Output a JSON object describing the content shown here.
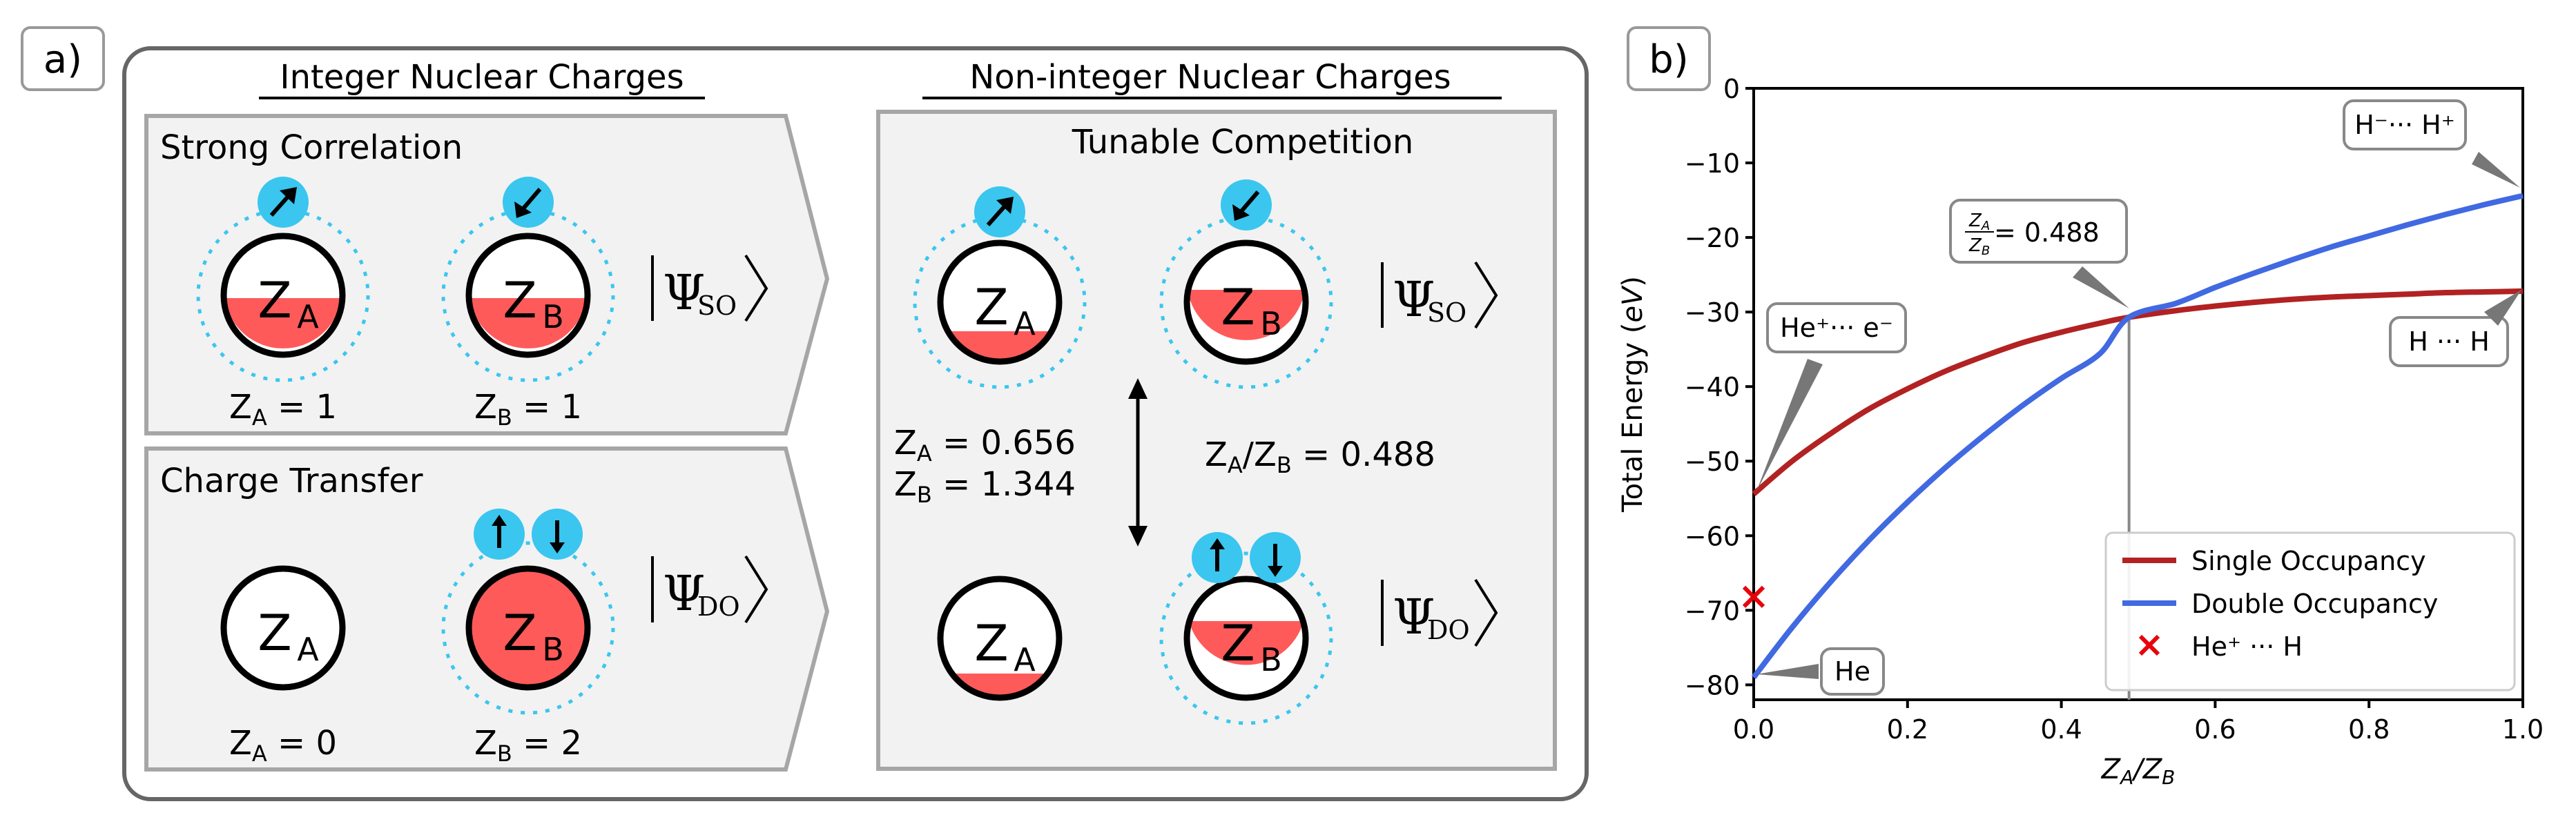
{
  "panel_a": {
    "label": "a)",
    "left_header": "Integer Nuclear Charges",
    "right_header": "Non-integer Nuclear Charges",
    "strong_correlation": {
      "title": "Strong Correlation",
      "atom_a": "Z",
      "atom_a_sub": "A",
      "atom_b": "Z",
      "atom_b_sub": "B",
      "charge_a": "Z",
      "charge_a_sub": "A",
      "charge_a_val": " = 1",
      "charge_b": "Z",
      "charge_b_sub": "B",
      "charge_b_val": " = 1",
      "psi": "Ψ",
      "psi_sub": "SO",
      "fill_a": 0.42,
      "fill_b": 0.42
    },
    "charge_transfer": {
      "title": "Charge Transfer",
      "atom_a": "Z",
      "atom_a_sub": "A",
      "atom_b": "Z",
      "atom_b_sub": "B",
      "charge_a": "Z",
      "charge_a_sub": "A",
      "charge_a_val": " = 0",
      "charge_b": "Z",
      "charge_b_sub": "B",
      "charge_b_val": " = 2",
      "psi": "Ψ",
      "psi_sub": "DO",
      "fill_a": 0.0,
      "fill_b": 1.0
    },
    "tunable": {
      "title": "Tunable Competition",
      "za_label": "Z",
      "za_sub": "A",
      "za_val": " = 0.656",
      "zb_label": "Z",
      "zb_sub": "B",
      "zb_val": " = 1.344",
      "ratio_a": "Z",
      "ratio_a_sub": "A",
      "ratio_sep": "/Z",
      "ratio_b_sub": "B",
      "ratio_val": " = 0.488",
      "psi_so": "Ψ",
      "psi_so_sub": "SO",
      "psi_do": "Ψ",
      "psi_do_sub": "DO"
    },
    "colors": {
      "electron": "#3ac6ef",
      "nucleus_fill": "#ff5a5a",
      "panel_bg": "#f2f2f2",
      "panel_border": "#a6a6a6"
    }
  },
  "panel_b": {
    "label": "b)",
    "annotations": {
      "hminus_hplus": "H⁻··· H⁺",
      "ratio_box_val": " = 0.488",
      "ratio_frac_num": "Z",
      "ratio_frac_num_sub": "A",
      "ratio_frac_den": "Z",
      "ratio_frac_den_sub": "B",
      "heplus_e": "He⁺··· e⁻",
      "h_h": "H ··· H",
      "he": "He"
    },
    "chart_data": {
      "type": "line",
      "xlabel": "Z",
      "xlabel_sub_a": "A",
      "xlabel_sep": "/Z",
      "xlabel_sub_b": "B",
      "ylabel": "Total Energy (",
      "ylabel_unit": "eV",
      "ylabel_close": ")",
      "xlim": [
        0,
        1
      ],
      "ylim": [
        -82,
        0
      ],
      "xticks": [
        "0.0",
        "0.2",
        "0.4",
        "0.6",
        "0.8",
        "1.0"
      ],
      "yticks": [
        "0",
        "−10",
        "−20",
        "−30",
        "−40",
        "−50",
        "−60",
        "−70",
        "−80"
      ],
      "ytick_values": [
        0,
        -10,
        -20,
        -30,
        -40,
        -50,
        -60,
        -70,
        -80
      ],
      "xtick_values": [
        0,
        0.2,
        0.4,
        0.6,
        0.8,
        1.0
      ],
      "series": [
        {
          "name": "Single Occupancy",
          "color": "#b22222",
          "x": [
            0.0,
            0.05,
            0.1,
            0.15,
            0.2,
            0.25,
            0.3,
            0.35,
            0.4,
            0.45,
            0.488,
            0.55,
            0.6,
            0.65,
            0.7,
            0.75,
            0.8,
            0.85,
            0.9,
            0.95,
            1.0
          ],
          "y": [
            -54.4,
            -50.0,
            -46.3,
            -43.0,
            -40.3,
            -37.9,
            -35.9,
            -34.1,
            -32.7,
            -31.5,
            -30.7,
            -29.8,
            -29.2,
            -28.7,
            -28.3,
            -28.0,
            -27.8,
            -27.6,
            -27.4,
            -27.3,
            -27.2
          ]
        },
        {
          "name": "Double Occupancy",
          "color": "#4169e1",
          "x": [
            0.0,
            0.05,
            0.1,
            0.15,
            0.2,
            0.25,
            0.3,
            0.35,
            0.4,
            0.45,
            0.488,
            0.55,
            0.6,
            0.65,
            0.7,
            0.75,
            0.8,
            0.85,
            0.9,
            0.95,
            1.0
          ],
          "y": [
            -79.0,
            -72.3,
            -66.2,
            -60.6,
            -55.5,
            -50.8,
            -46.5,
            -42.5,
            -38.9,
            -35.6,
            -30.7,
            -28.8,
            -26.7,
            -24.8,
            -23.0,
            -21.3,
            -19.8,
            -18.3,
            -16.9,
            -15.6,
            -14.4
          ]
        }
      ],
      "points": [
        {
          "name": "He⁺ ··· H",
          "x": 0.0,
          "y": -68.2,
          "color": "#e8000b",
          "marker": "x"
        }
      ],
      "vline": {
        "x": 0.488,
        "y_from": -82,
        "y_to": -30.7
      },
      "legend_position": "lower-right"
    }
  }
}
